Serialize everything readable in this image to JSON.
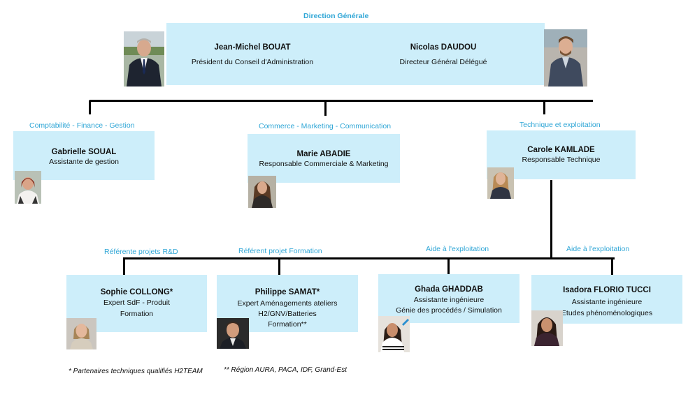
{
  "direction": {
    "caption": "Direction Générale",
    "left": {
      "name": "Jean-Michel BOUAT",
      "role": "Président du Conseil d'Administration"
    },
    "right": {
      "name": "Nicolas DAUDOU",
      "role": "Directeur Général Délégué"
    }
  },
  "departments": [
    {
      "caption": "Comptabilité - Finance - Gestion",
      "name": "Gabrielle SOUAL",
      "role": "Assistante de gestion"
    },
    {
      "caption": "Commerce - Marketing - Communication",
      "name": "Marie ABADIE",
      "role": "Responsable Commerciale & Marketing"
    },
    {
      "caption": "Technique et exploitation",
      "name": "Carole KAMLADE",
      "role": "Responsable Technique"
    }
  ],
  "team": [
    {
      "caption": "Référente projets R&D",
      "name": "Sophie COLLONG*",
      "lines": [
        "Expert SdF - Produit",
        "Formation"
      ]
    },
    {
      "caption": "Référent projet  Formation",
      "name": "Philippe SAMAT*",
      "lines": [
        "Expert Aménagements ateliers",
        "H2/GNV/Batteries",
        "Formation**"
      ]
    },
    {
      "caption": "Aide à l'exploitation",
      "name": "Ghada GHADDAB",
      "lines": [
        "Assistante ingénieure",
        "Génie des procédés / Simulation"
      ]
    },
    {
      "caption": "Aide à l'exploitation",
      "name": "Isadora FLORIO TUCCI",
      "lines": [
        "Assistante ingénieure",
        "Etudes phénoménologiques"
      ]
    }
  ],
  "footnotes": {
    "partners": "* Partenaires techniques qualifiés H2TEAM",
    "regions": "** Région AURA, PACA, IDF, Grand-Est"
  }
}
